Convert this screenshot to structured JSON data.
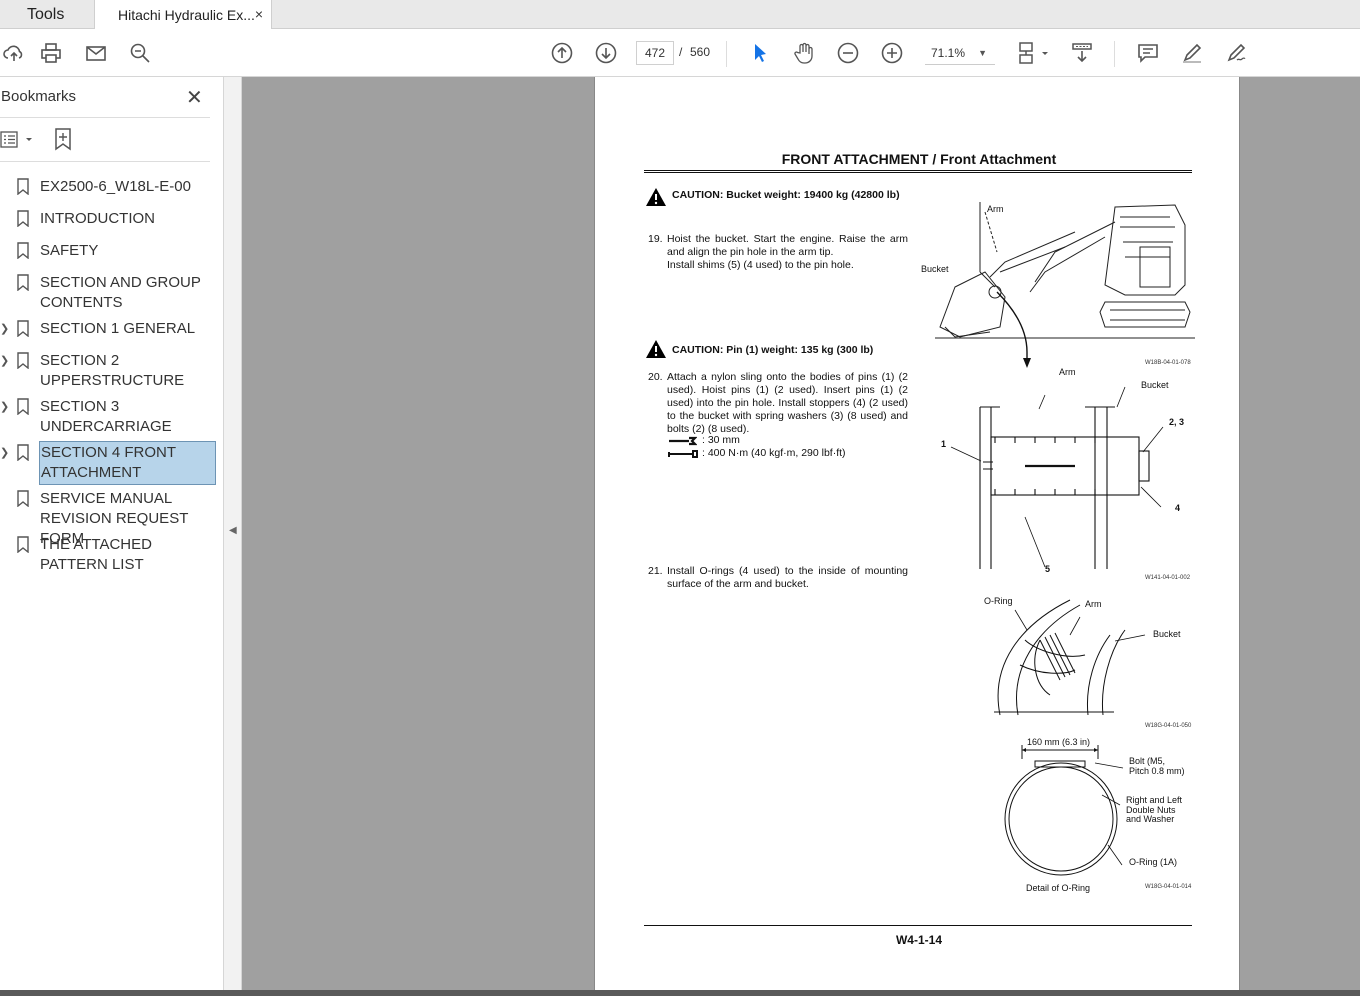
{
  "tabs": {
    "tools": "Tools",
    "document": "Hitachi Hydraulic Ex...",
    "close_glyph": "×"
  },
  "toolbar": {
    "page_current": "472",
    "page_separator": "/",
    "page_total": "560",
    "zoom": "71.1%"
  },
  "sidebar": {
    "title": "Bookmarks",
    "close_glyph": "✕",
    "items": [
      {
        "label": "EX2500-6_W18L-E-00",
        "expandable": false,
        "selected": false
      },
      {
        "label": "INTRODUCTION",
        "expandable": false,
        "selected": false
      },
      {
        "label": "SAFETY",
        "expandable": false,
        "selected": false
      },
      {
        "label": "SECTION AND GROUP CONTENTS",
        "expandable": false,
        "selected": false
      },
      {
        "label": "SECTION 1 GENERAL",
        "expandable": true,
        "selected": false
      },
      {
        "label": "SECTION 2 UPPERSTRUCTURE",
        "expandable": true,
        "selected": false
      },
      {
        "label": "SECTION 3 UNDERCARRIAGE",
        "expandable": true,
        "selected": false
      },
      {
        "label": "SECTION 4 FRONT ATTACHMENT",
        "expandable": true,
        "selected": true
      },
      {
        "label": "SERVICE MANUAL REVISION REQUEST FORM",
        "expandable": false,
        "selected": false
      },
      {
        "label": "THE ATTACHED PATTERN LIST",
        "expandable": false,
        "selected": false
      }
    ]
  },
  "document": {
    "title": "FRONT ATTACHMENT / Front Attachment",
    "caution1": "CAUTION:  Bucket weight: 19400 kg (42800 lb)",
    "step19_num": "19.",
    "step19": "Hoist the bucket. Start the engine. Raise the arm and align the pin hole in the arm tip.",
    "step19b": "Install shims (5) (4 used) to the pin hole.",
    "caution2": "CAUTION:  Pin (1) weight: 135 kg (300 lb)",
    "step20_num": "20.",
    "step20": "Attach a nylon sling onto the bodies of pins (1) (2 used). Hoist pins (1) (2 used). Insert pins (1) (2 used) into the pin hole. Install stoppers (4) (2 used) to the bucket with spring washers (3) (8 used) and bolts (2) (8 used).",
    "spec_wrench": ": 30 mm",
    "spec_torque": ": 400 N·m (40 kgf·m, 290 lbf·ft)",
    "step21_num": "21.",
    "step21": "Install O-rings (4 used) to the inside of mounting surface of the arm and bucket.",
    "fig1": {
      "arm": "Arm",
      "bucket": "Bucket",
      "id": "W18B-04-01-078"
    },
    "fig2": {
      "arm": "Arm",
      "bucket": "Bucket",
      "n1": "1",
      "n23": "2, 3",
      "n4": "4",
      "n5": "5",
      "id": "W141-04-01-002"
    },
    "fig3": {
      "oring": "O-Ring",
      "arm": "Arm",
      "bucket": "Bucket",
      "id": "W18G-04-01-050"
    },
    "fig4": {
      "dim": "160 mm (6.3 in)",
      "bolt": "Bolt (M5,",
      "bolt2": "Pitch 0.8 mm)",
      "nuts1": "Right and Left",
      "nuts2": "Double Nuts",
      "nuts3": "and Washer",
      "oring": "O-Ring (1A)",
      "caption": "Detail of O-Ring",
      "id": "W18G-04-01-014"
    },
    "footer": "W4-1-14"
  }
}
